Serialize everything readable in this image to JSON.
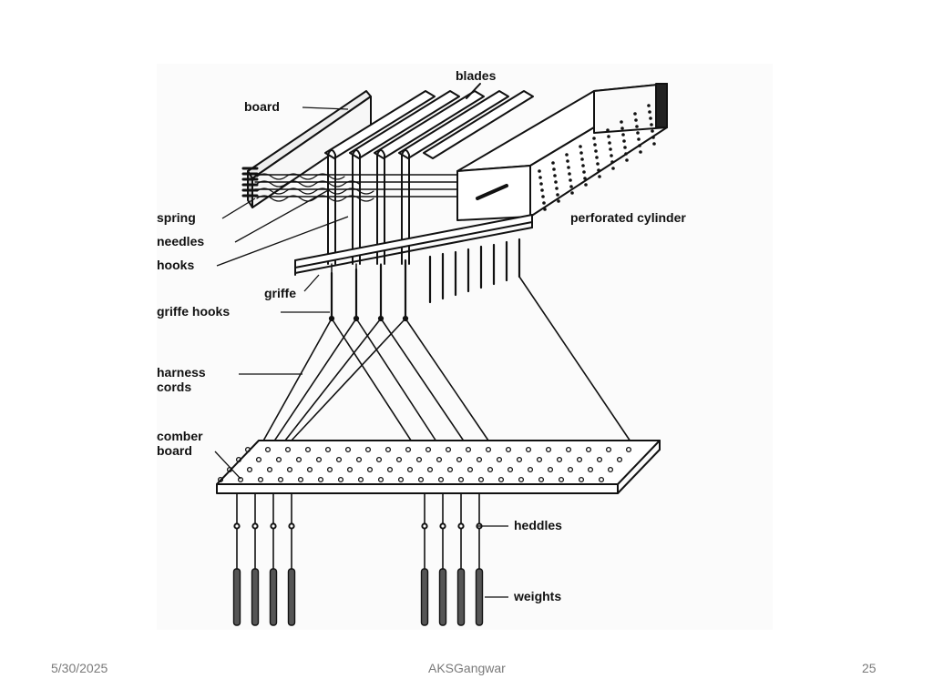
{
  "labels": {
    "blades": "blades",
    "board": "board",
    "spring": "spring",
    "needles": "needles",
    "hooks": "hooks",
    "perforated_cylinder": "perforated cylinder",
    "griffe": "griffe",
    "griffe_hooks": "griffe hooks",
    "harness_line1": "harness",
    "harness_line2": "cords",
    "comber_line1": "comber",
    "comber_line2": "board",
    "heddles": "heddles",
    "weights": "weights"
  },
  "footer": {
    "date": "5/30/2025",
    "author": "AKSGangwar",
    "page": "25"
  }
}
